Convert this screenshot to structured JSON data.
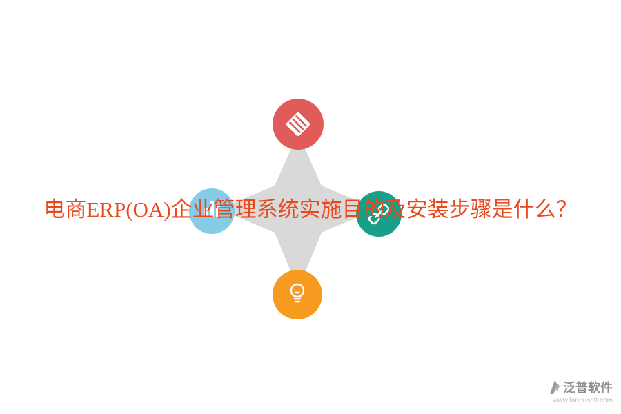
{
  "title": {
    "text": "电商ERP(OA)企业管理系统实施目的及安装步骤是什么？",
    "color": "#e8481c"
  },
  "diagram": {
    "cross_color": "#d9d9d9",
    "nodes": [
      {
        "position": "top",
        "icon": "memo-hatched-icon",
        "color": "#e15b5b",
        "icon_color": "#ffffff"
      },
      {
        "position": "left",
        "icon": "bar-chart-icon",
        "color": "#85cce6",
        "icon_color": "#ffffff"
      },
      {
        "position": "right",
        "icon": "link-icon",
        "color": "#17a087",
        "icon_color": "#ffffff"
      },
      {
        "position": "bottom",
        "icon": "lightbulb-icon",
        "color": "#f79a20",
        "icon_color": "#ffffff"
      }
    ]
  },
  "watermark": {
    "brand": "泛普软件",
    "url": "www.fanpusoft.com",
    "logo_icon": "fanpu-logo-icon",
    "color": "#8f8f8f"
  }
}
